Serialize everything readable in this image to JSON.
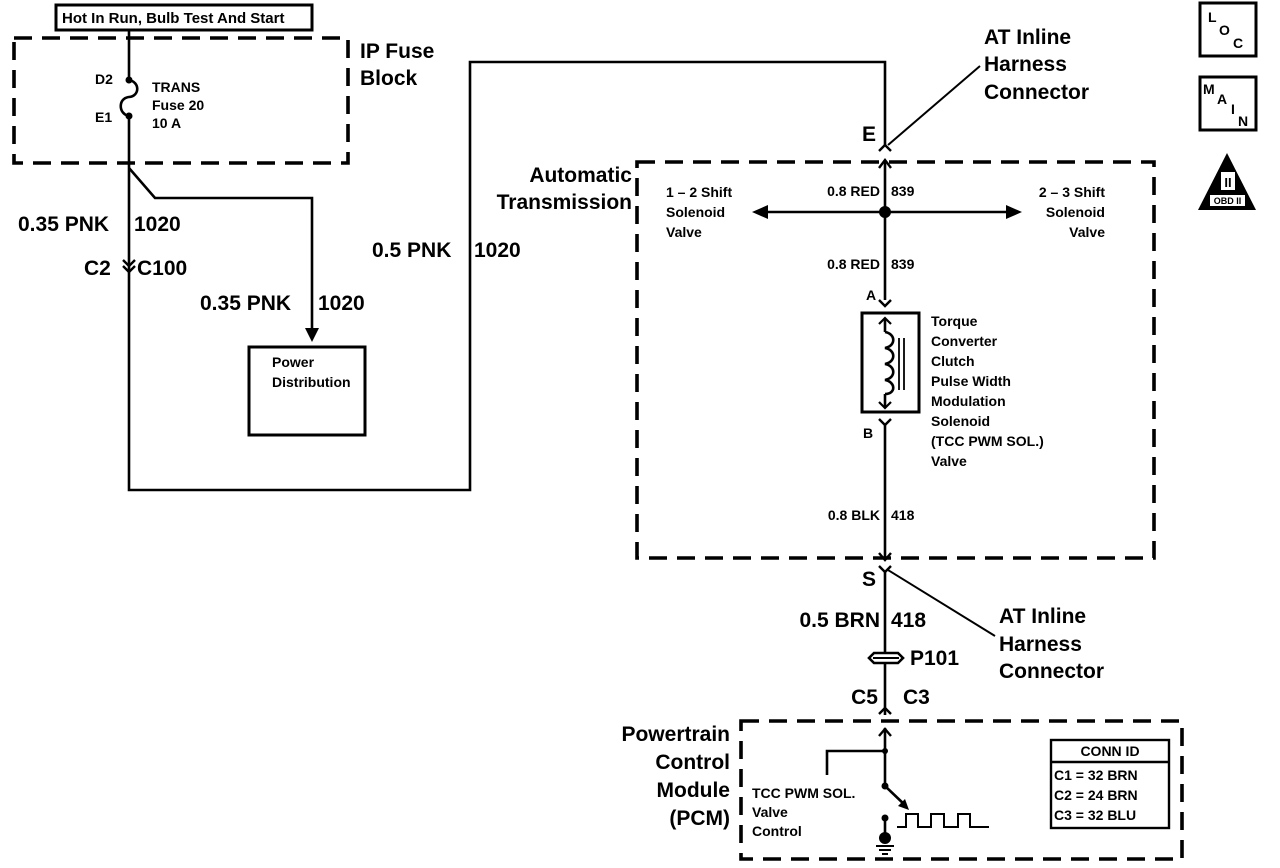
{
  "header_label": "Hot In Run, Bulb Test And Start",
  "nav_icons": {
    "loc": {
      "letters": [
        "L",
        "O",
        "C"
      ],
      "name": "LOC"
    },
    "main": {
      "letters": [
        "M",
        "A",
        "I",
        "N"
      ],
      "name": "MAIN"
    },
    "obd": {
      "numeral": "II",
      "caption": "OBD II"
    }
  },
  "ip_fuse_block": {
    "title_line1": "IP Fuse",
    "title_line2": "Block",
    "pin_top": "D2",
    "pin_bottom": "E1",
    "fuse_line1": "TRANS",
    "fuse_line2": "Fuse 20",
    "fuse_line3": "10 A"
  },
  "wires": {
    "left_wire": {
      "gauge_color": "0.35 PNK",
      "circuit": "1020"
    },
    "branch_wire": {
      "gauge_color": "0.35 PNK",
      "circuit": "1020"
    },
    "riser_wire": {
      "gauge_color": "0.5 PNK",
      "circuit": "1020"
    },
    "red_upper": {
      "gauge_color": "0.8 RED",
      "circuit": "839"
    },
    "red_lower": {
      "gauge_color": "0.8 RED",
      "circuit": "839"
    },
    "blk": {
      "gauge_color": "0.8 BLK",
      "circuit": "418"
    },
    "brn": {
      "gauge_color": "0.5 BRN",
      "circuit": "418"
    }
  },
  "connector_c2": {
    "left": "C2",
    "right": "C100"
  },
  "power_distribution": {
    "line1": "Power",
    "line2": "Distribution"
  },
  "at_connector_top": {
    "pin": "E",
    "line1": "AT Inline",
    "line2": "Harness",
    "line3": "Connector"
  },
  "at_connector_bottom": {
    "pin": "S",
    "line1": "AT Inline",
    "line2": "Harness",
    "line3": "Connector"
  },
  "automatic_transmission": {
    "line1": "Automatic",
    "line2": "Transmission"
  },
  "shift_12": {
    "line1": "1 – 2 Shift",
    "line2": "Solenoid",
    "line3": "Valve"
  },
  "shift_23": {
    "line1": "2 – 3 Shift",
    "line2": "Solenoid",
    "line3": "Valve"
  },
  "tcc_solenoid": {
    "pin_a": "A",
    "pin_b": "B",
    "lines": [
      "Torque",
      "Converter",
      "Clutch",
      "Pulse Width",
      "Modulation",
      "Solenoid",
      "(TCC PWM SOL.)",
      "Valve"
    ]
  },
  "splice": {
    "name": "P101"
  },
  "pcm_connector": {
    "left": "C5",
    "right": "C3"
  },
  "pcm": {
    "lines": [
      "Powertrain",
      "Control",
      "Module",
      "(PCM)"
    ],
    "control_lines": [
      "TCC PWM SOL.",
      "Valve",
      "Control"
    ]
  },
  "conn_id": {
    "title": "CONN ID",
    "rows": [
      "C1 = 32 BRN",
      "C2 = 24 BRN",
      "C3 = 32 BLU"
    ]
  }
}
